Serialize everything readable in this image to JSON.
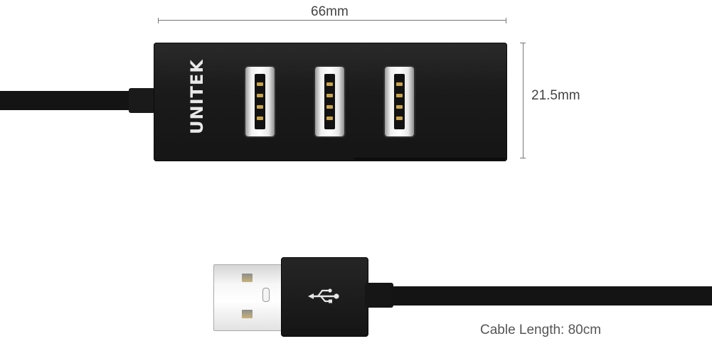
{
  "dimensions": {
    "width_label": "66mm",
    "height_label": "21.5mm"
  },
  "hub": {
    "brand": "UNITEK",
    "port_count": 3,
    "color": "#1b1b1b",
    "pin_color": "#c9a34c"
  },
  "plug": {
    "symbol": "usb-icon"
  },
  "cable": {
    "length_label": "Cable Length: 80cm"
  }
}
